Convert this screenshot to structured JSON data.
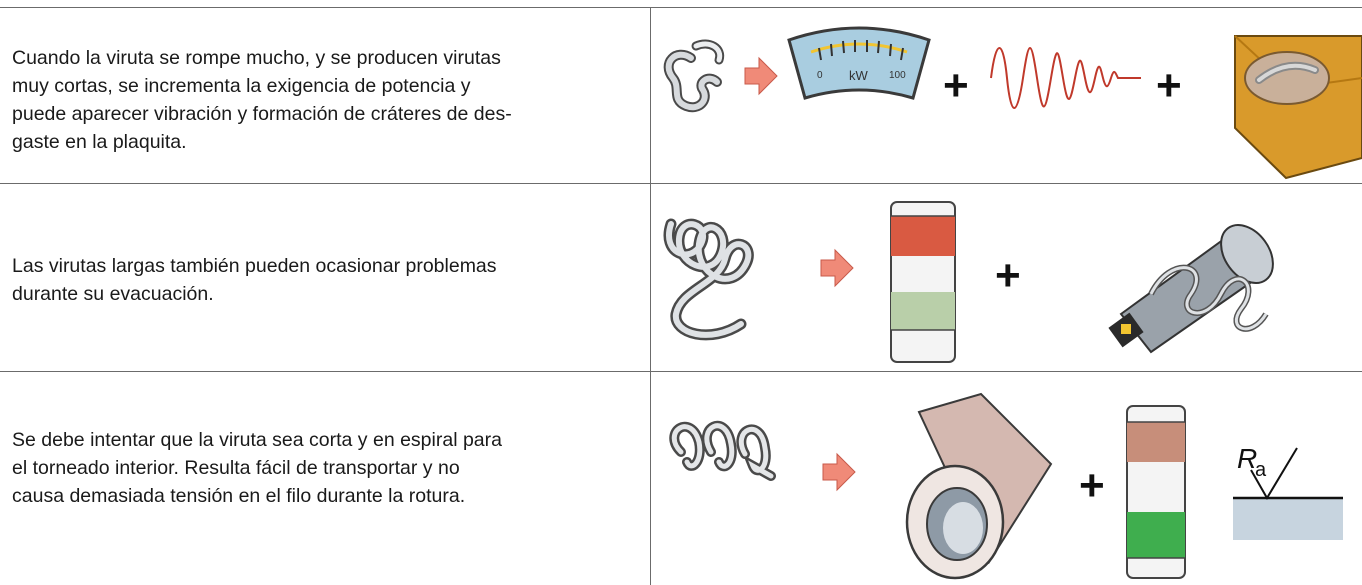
{
  "rows": [
    {
      "text": "Cuando la viruta se rompe mucho, y se producen virutas\nmuy cortas, se incrementa la exigencia de potencia y\npuede aparecer vibración y formación de cráteres de des-\ngaste en la plaquita."
    },
    {
      "text": "Las virutas largas también pueden ocasionar problemas\ndurante su evacuación."
    },
    {
      "text": "Se debe intentar que la viruta sea corta y en espiral para\nel torneado interior. Resulta fácil de transportar y no\ncausa demasiada tensión en el filo durante la rotura."
    }
  ],
  "gauge": {
    "min": "0",
    "unit": "kW",
    "max": "100"
  },
  "plus_sign": "+",
  "roughness": {
    "symbol": "R",
    "subscript": "a"
  },
  "colors": {
    "arrow": "#f08a78",
    "gauge_face": "#a9cde0",
    "insert": "#d99a2b",
    "column_red": "#d95a42",
    "column_green_light": "#b9cfa9",
    "column_green": "#3fae4e",
    "tube": "#d4b8b0"
  }
}
